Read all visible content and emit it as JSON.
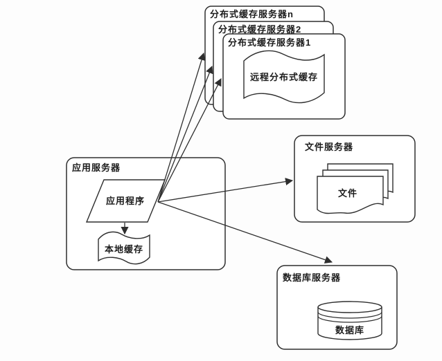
{
  "figure": {
    "background": "#fdfdfd",
    "line_color": "#2e2e2e",
    "text_color": "#1c1c1c",
    "shape_fill": "#ffffff",
    "type": "architecture-diagram"
  },
  "cache_stack": {
    "boxes": [
      {
        "label": "分布式缓存服务器n"
      },
      {
        "label": "分布式缓存服务器2"
      },
      {
        "label": "分布式缓存服务器1"
      }
    ],
    "remote_cache_label": "远程分布式缓存"
  },
  "app_server": {
    "label": "应用服务器",
    "application_label": "应用程序",
    "local_cache_label": "本地缓存"
  },
  "file_server": {
    "label": "文件服务器",
    "files_label": "文件"
  },
  "db_server": {
    "label": "数据库服务器",
    "database_label": "数据库"
  },
  "edges": [
    {
      "from": "应用程序",
      "to": "分布式缓存服务器n"
    },
    {
      "from": "应用程序",
      "to": "分布式缓存服务器2"
    },
    {
      "from": "应用程序",
      "to": "分布式缓存服务器1"
    },
    {
      "from": "应用程序",
      "to": "文件服务器"
    },
    {
      "from": "应用程序",
      "to": "数据库服务器"
    },
    {
      "from": "应用程序",
      "to": "本地缓存"
    }
  ]
}
